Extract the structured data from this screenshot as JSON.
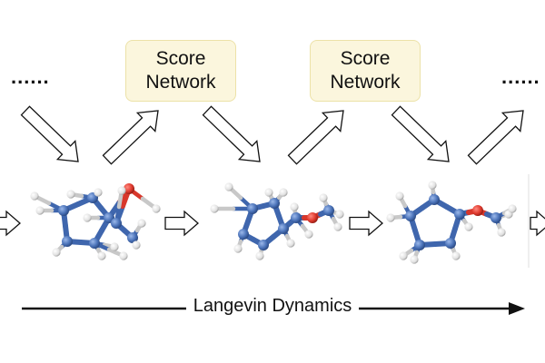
{
  "score_boxes": [
    {
      "line1": "Score",
      "line2": "Network"
    },
    {
      "line1": "Score",
      "line2": "Network"
    }
  ],
  "ellipsis_left": "......",
  "ellipsis_right": "......",
  "timeline_label": "Langevin Dynamics",
  "colors": {
    "carbon": "#4a72b8",
    "oxygen": "#e03a2e",
    "hydrogen": "#e6e6e6",
    "box_fill": "#fbf6dd",
    "box_border": "#ece2a8"
  }
}
